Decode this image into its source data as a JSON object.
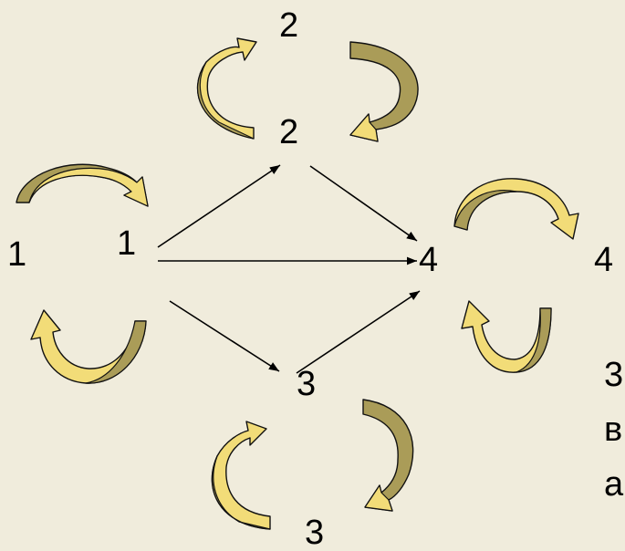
{
  "colors": {
    "background": "#f0ecdc",
    "arrow_light": "#f2dc78",
    "arrow_dark": "#aa9c58",
    "arrow_outline": "#111111",
    "edge": "#000000",
    "text": "#000000"
  },
  "nodes": {
    "n1": "1",
    "n2": "2",
    "n3": "3",
    "n4": "4"
  },
  "outer_labels": {
    "left": "1",
    "top": "2",
    "right": "4",
    "bottom": "3"
  },
  "edges": [
    {
      "from": "1",
      "to": "2"
    },
    {
      "from": "1",
      "to": "4"
    },
    {
      "from": "1",
      "to": "3"
    },
    {
      "from": "2",
      "to": "4"
    },
    {
      "from": "3",
      "to": "4"
    }
  ],
  "icons": {
    "curved_arrow": "curved-arrow-icon"
  },
  "cropped_text": {
    "line1": "3",
    "line2": "в",
    "line3": "а"
  }
}
